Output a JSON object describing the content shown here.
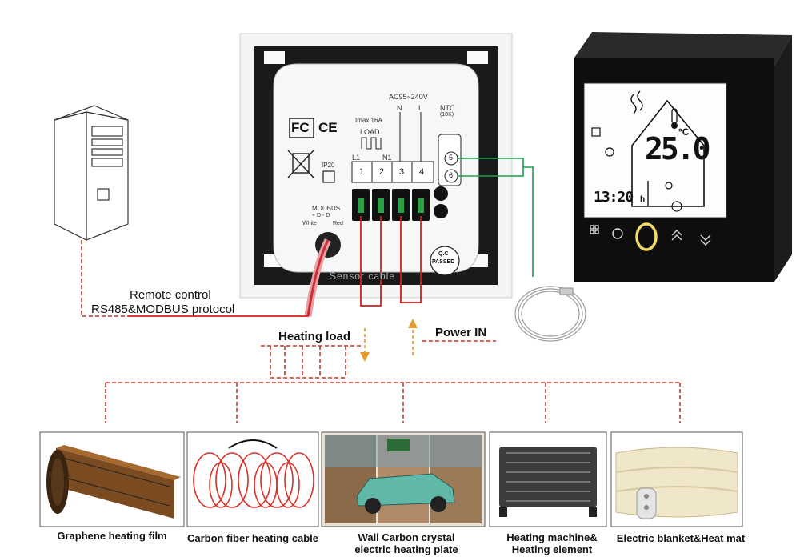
{
  "labels": {
    "remote_control": "Remote control",
    "protocol": "RS485&MODBUS protocol",
    "heating_load": "Heating load",
    "power_in": "Power IN"
  },
  "module": {
    "voltage": "AC95~240V",
    "imax": "Imax:16A",
    "load": "LOAD",
    "l1": "L1",
    "n1": "N1",
    "n": "N",
    "l": "L",
    "ntc": "NTC",
    "ntc_sub": "(10K)",
    "terminals": [
      "1",
      "2",
      "3",
      "4"
    ],
    "sensor_terminals": [
      "5",
      "6"
    ],
    "fc": "FC",
    "ce": "CE",
    "ip": "IP20",
    "modbus": "MODBUS",
    "modbus_pins": "+ D  - D",
    "white": "White",
    "red": "Red",
    "qc": "Q.C",
    "passed": "PASSED",
    "sensor_cable": "Sensor cable"
  },
  "thermostat": {
    "temperature": "25.0",
    "unit": "°C",
    "time": "13:20",
    "time_unit": "h"
  },
  "products": [
    {
      "caption": [
        "Graphene heating film"
      ]
    },
    {
      "caption": [
        "Carbon fiber heating cable"
      ]
    },
    {
      "caption": [
        "Wall Carbon crystal",
        "electric heating plate"
      ]
    },
    {
      "caption": [
        "Heating machine&",
        "Heating element"
      ]
    },
    {
      "caption": [
        "Electric blanket&Heat mat"
      ]
    }
  ],
  "colors": {
    "red_wire": "#d81b1b",
    "dashed_red": "#c0392b",
    "orange_arrow": "#e39a2e",
    "green_wire": "#17a34a",
    "panel_black": "#0e0e0e",
    "module_white": "#f7f7f7"
  }
}
